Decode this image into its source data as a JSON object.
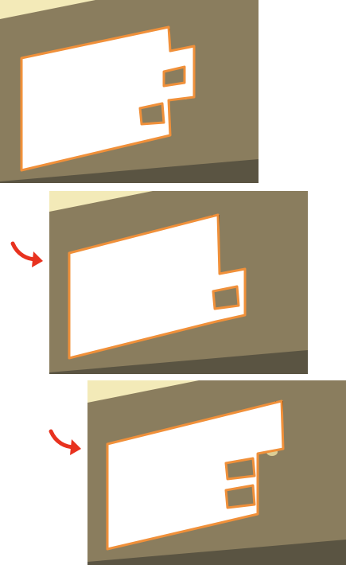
{
  "figure": {
    "panels": [
      {
        "step": 1,
        "notch_count": 2,
        "shows_arrow": false
      },
      {
        "step": 2,
        "notch_count": 1,
        "shows_arrow": true
      },
      {
        "step": 3,
        "notch_count": 2,
        "shows_arrow": true
      }
    ]
  },
  "colors": {
    "wall": "#8a7d5e",
    "wall_top": "#f3eab8",
    "wall_floor": "#5a5442",
    "cutout_fill": "#ffffff",
    "cutout_outline": "#f0903a",
    "notch_shadow": "#2a2614",
    "notch_highlight": "#e9dca0",
    "arrow": "#e8321f"
  },
  "icons": {
    "step_arrow": "curved-red-arrow-icon"
  }
}
